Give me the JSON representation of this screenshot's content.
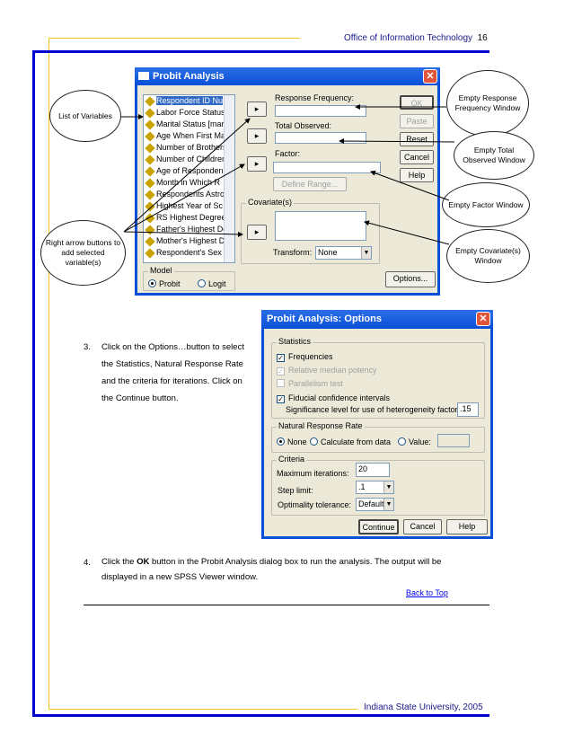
{
  "header": {
    "title": "Office of Information Technology",
    "page": "16"
  },
  "footer": {
    "text": "Indiana State University, 2005"
  },
  "colors": {
    "frame_blue": "#0000d0",
    "frame_yellow": "#f5c518",
    "titlebar": "#0a4fd8"
  },
  "probit": {
    "title": "Probit Analysis",
    "variables": [
      "Respondent ID Nu",
      "Labor Force Status",
      "Marital Status [mari",
      "Age When First Ma",
      "Number of Brothers",
      "Number of Children",
      "Age of Responden",
      "Month in Which R",
      "Respondents Astro",
      "Highest Year of Sc",
      "RS Highest Degree",
      "Father's Highest De",
      "Mother's Highest D",
      "Respondent's Sex"
    ],
    "response_frequency_label": "Response Frequency:",
    "total_observed_label": "Total Observed:",
    "factor_label": "Factor:",
    "define_range": "Define Range...",
    "covariates_label": "Covariate(s)",
    "transform_label": "Transform:",
    "transform_value": "None",
    "buttons": {
      "ok": "OK",
      "paste": "Paste",
      "reset": "Reset",
      "cancel": "Cancel",
      "help": "Help",
      "options": "Options..."
    },
    "model_label": "Model",
    "model_probit": "Probit",
    "model_logit": "Logit"
  },
  "callouts": {
    "list": "List of Variables",
    "resp": "Empty Response Frequency Window",
    "total": "Empty Total Observed Window",
    "factor": "Empty Factor Window",
    "cov": "Empty Covariate(s) Window",
    "arrows": "Right arrow buttons to add selected variable(s)"
  },
  "step3": {
    "num": "3.",
    "pre": "Click on the ",
    "b1": "Options…",
    "mid": "button to select the Statistics, Natural Response Rate and the criteria for iterations. Click on the ",
    "b2": "Continue",
    "post": " button."
  },
  "options": {
    "title": "Probit Analysis: Options",
    "statistics_label": "Statistics",
    "frequencies": "Frequencies",
    "relative": "Relative median potency",
    "parallelism": "Parallelism test",
    "fiducial": "Fiducial confidence intervals",
    "significance_label": "Significance level for use of heterogeneity factor:",
    "significance_value": ".15",
    "nrr_label": "Natural Response Rate",
    "nrr_none": "None",
    "nrr_calc": "Calculate from data",
    "nrr_value": "Value:",
    "criteria_label": "Criteria",
    "max_iter_label": "Maximum iterations:",
    "max_iter_value": "20",
    "step_limit_label": "Step limit:",
    "step_limit_value": ".1",
    "optimality_label": "Optimality tolerance:",
    "optimality_value": "Default",
    "continue": "Continue",
    "cancel": "Cancel",
    "help": "Help"
  },
  "step4": {
    "num": "4.",
    "pre": "Click the ",
    "b1": "OK",
    "post": " button in the Probit Analysis dialog box to run the analysis. The output will be displayed in a new SPSS Viewer window."
  },
  "back_to_top": "Back to Top"
}
